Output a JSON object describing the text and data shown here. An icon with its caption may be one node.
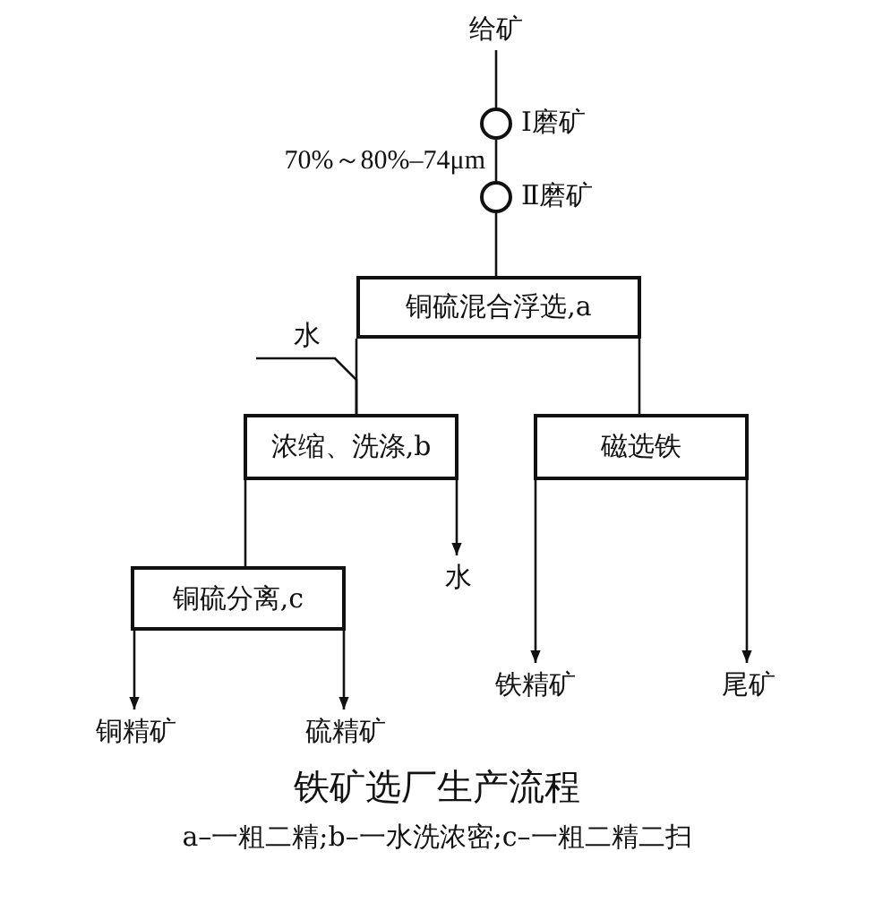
{
  "diagram": {
    "title": "铁矿选厂生产流程",
    "caption": "a–一粗二精;b–一水洗浓密;c–一粗二精二扫",
    "nodes": [
      {
        "text": [
          "给矿"
        ]
      },
      {
        "text": [],
        "shape": "circle",
        "beside": [
          "Ⅰ磨矿"
        ]
      },
      {
        "text": [],
        "shape": "circle",
        "beside": [
          "Ⅱ磨矿"
        ]
      },
      {
        "text": [
          "铜硫混合浮选,a"
        ]
      },
      {
        "text": [
          "水"
        ]
      },
      {
        "text": [
          "浓缩、洗涤,b"
        ]
      },
      {
        "text": [
          "磁选铁"
        ]
      },
      {
        "text": [
          "水"
        ]
      },
      {
        "text": [
          "铜硫分离,c"
        ]
      },
      {
        "text": [
          "铜精矿"
        ]
      },
      {
        "text": [
          "硫精矿"
        ]
      },
      {
        "text": [
          "铁精矿"
        ]
      },
      {
        "text": [
          "尾矿"
        ]
      }
    ],
    "edges": [
      {
        "from": 0,
        "to": 1,
        "arrow": "none"
      },
      {
        "from": 1,
        "to": 2,
        "arrow": "none",
        "label": "70%～80%–74μm"
      },
      {
        "from": 2,
        "to": 3,
        "arrow": "none"
      },
      {
        "from": 3,
        "to": 5,
        "arrow": "none"
      },
      {
        "from": 4,
        "to": 5,
        "arrow": "none"
      },
      {
        "from": 3,
        "to": 6,
        "arrow": "none"
      },
      {
        "from": 5,
        "to": 7,
        "arrow": "to"
      },
      {
        "from": 5,
        "to": 8,
        "arrow": "none"
      },
      {
        "from": 8,
        "to": 9,
        "arrow": "to"
      },
      {
        "from": 8,
        "to": 10,
        "arrow": "to"
      },
      {
        "from": 6,
        "to": 11,
        "arrow": "to"
      },
      {
        "from": 6,
        "to": 12,
        "arrow": "to"
      }
    ]
  }
}
